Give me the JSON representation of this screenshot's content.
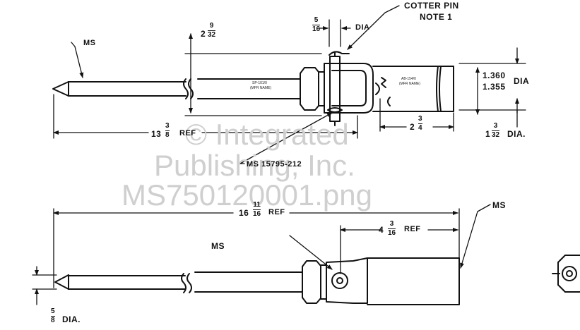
{
  "labels": {
    "ms_top": "MS",
    "cotter_pin_line1": "COTTER PIN",
    "cotter_pin_line2": "NOTE 1",
    "dia_5_16_suffix": "DIA",
    "dim_2_9_32_whole": "2",
    "dim_13_3_8_whole": "13",
    "dim_13_3_8_suffix": "REF",
    "dim_1360": "1.360",
    "dim_1355": "1.355",
    "dim_1360_suffix": "DIA",
    "dim_2_3_4_whole": "2",
    "dim_1_3_32_whole": "1",
    "dim_1_3_32_suffix": "DIA.",
    "ms_15795": "MS 15795-212",
    "rod_text_left_1": "SP-101/0",
    "rod_text_left_2": "(MFR NAME)",
    "rod_text_right_1": "AB-154/0",
    "rod_text_right_2": "(MFR NAME)",
    "dim_16_11_16_whole": "16",
    "dim_16_11_16_suffix": "REF",
    "ms_bottom_right": "MS",
    "dim_4_3_16_whole": "4",
    "dim_4_3_16_suffix": "REF",
    "ms_bottom_mid": "MS",
    "dim_5_8_suffix": "DIA."
  },
  "fractions": {
    "f_5_16": {
      "num": "5",
      "den": "16"
    },
    "f_9_32": {
      "num": "9",
      "den": "32"
    },
    "f_3_8": {
      "num": "3",
      "den": "8"
    },
    "f_3_4": {
      "num": "3",
      "den": "4"
    },
    "f_3_32": {
      "num": "3",
      "den": "32"
    },
    "f_11_16": {
      "num": "11",
      "den": "16"
    },
    "f_3_16": {
      "num": "3",
      "den": "16"
    },
    "f_5_8": {
      "num": "5",
      "den": "8"
    }
  },
  "watermark": {
    "line1": "© Integrated",
    "line2": "Publishing, Inc.",
    "line3": "MS750120001.png"
  }
}
